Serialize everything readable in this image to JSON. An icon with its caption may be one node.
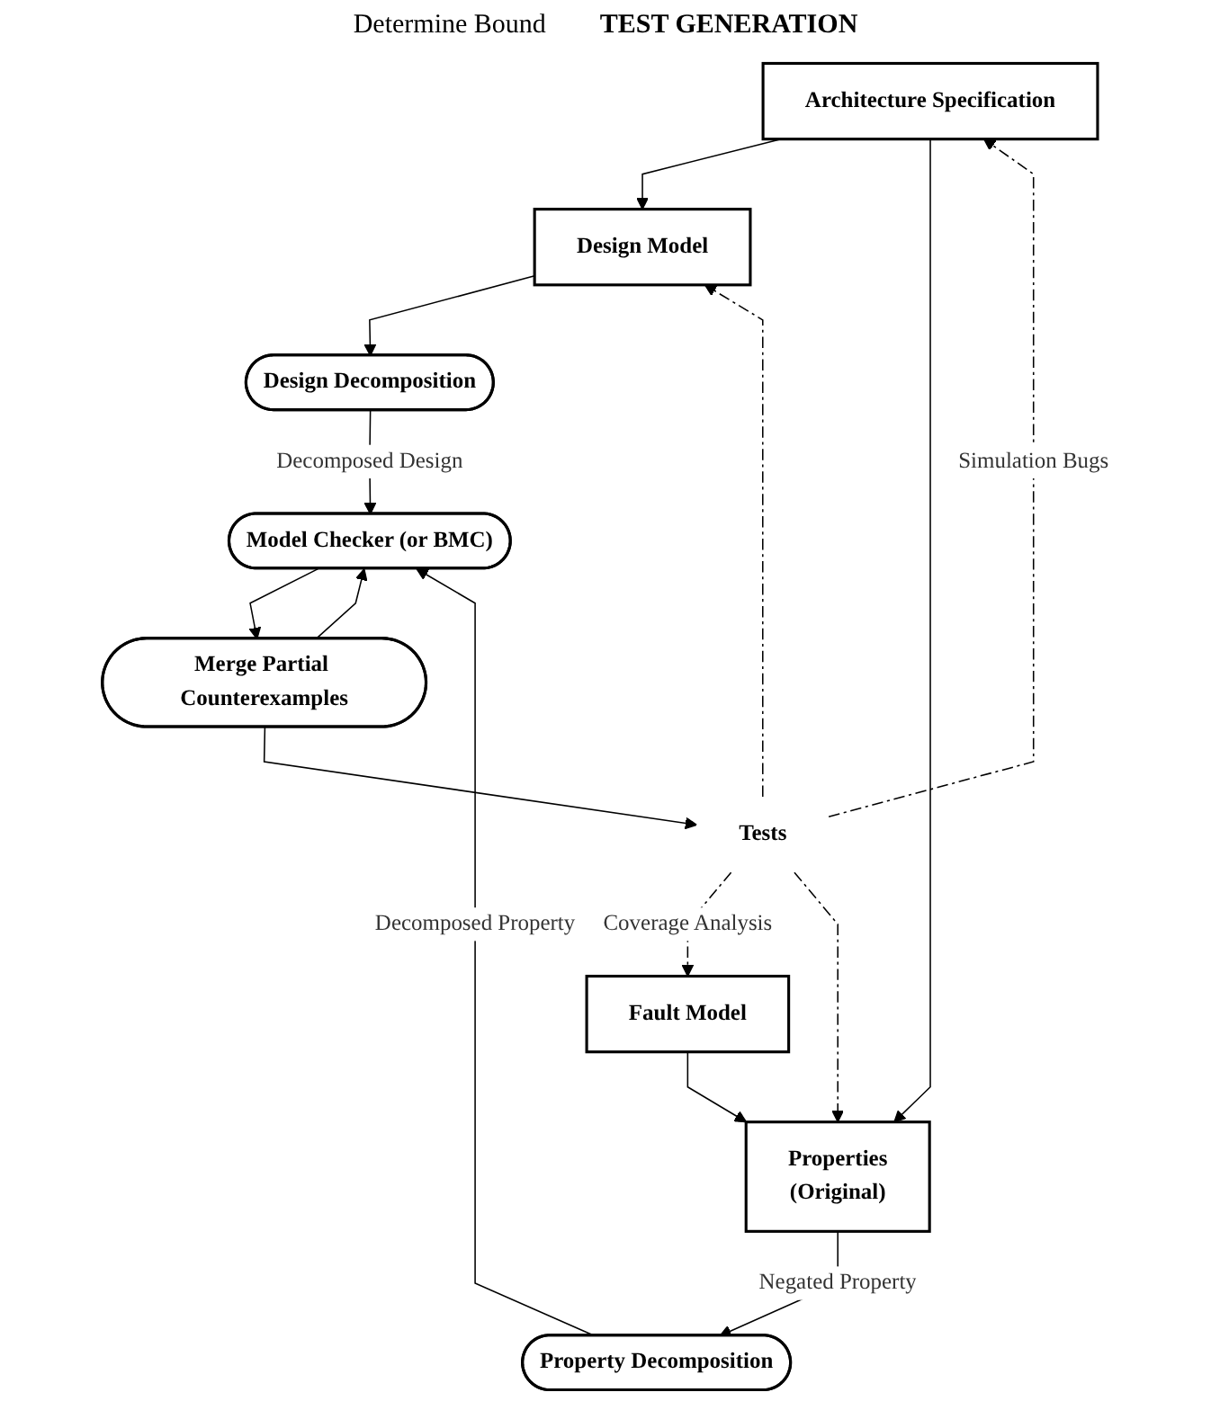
{
  "diagram": {
    "nodes": [
      {
        "text": [
          "Architecture Specification"
        ]
      },
      {
        "text": [
          "Fault Model"
        ]
      },
      {
        "text": [
          "Design Model"
        ]
      },
      {
        "text": [
          "Properties",
          "(Original)"
        ]
      },
      {
        "text": [
          "Design Decomposition"
        ]
      },
      {
        "text": [
          "Property Decomposition"
        ]
      },
      {
        "text": [
          "Model Checker (or BMC)"
        ]
      },
      {
        "text": [
          "Merge Partial Counterexamples"
        ]
      },
      {
        "text": [
          "Tests"
        ]
      }
    ],
    "edges": [
      {
        "from": 0,
        "to": 2,
        "arrow": "to"
      },
      {
        "from": 0,
        "to": 3,
        "arrow": "to"
      },
      {
        "from": 1,
        "to": 3,
        "arrow": "to"
      },
      {
        "from": 2,
        "to": 4,
        "arrow": "to"
      },
      {
        "from": 3,
        "to": 5,
        "arrow": "to",
        "label": "Negated Property"
      },
      {
        "from": 4,
        "to": 6,
        "arrow": "to",
        "label": "Decomposed Design"
      },
      {
        "from": 5,
        "to": 6,
        "arrow": "to",
        "label": "Decomposed Property"
      },
      {
        "from": 6,
        "to": 7,
        "arrow": "to"
      },
      {
        "from": 7,
        "to": 6,
        "arrow": "to"
      },
      {
        "from": 7,
        "to": 8,
        "arrow": "to"
      },
      {
        "from": 8,
        "to": 0,
        "arrow": "to",
        "style": "dashed",
        "label": "Simulation Bugs"
      },
      {
        "from": 8,
        "to": 2,
        "arrow": "to",
        "style": "dashed"
      },
      {
        "from": 8,
        "to": 1,
        "arrow": "to",
        "style": "dashed",
        "label": "Coverage Analysis"
      },
      {
        "from": 8,
        "to": 3,
        "arrow": "to",
        "style": "dashed"
      }
    ],
    "labels": [
      "Determine Bound",
      "TEST GENERATION"
    ]
  }
}
